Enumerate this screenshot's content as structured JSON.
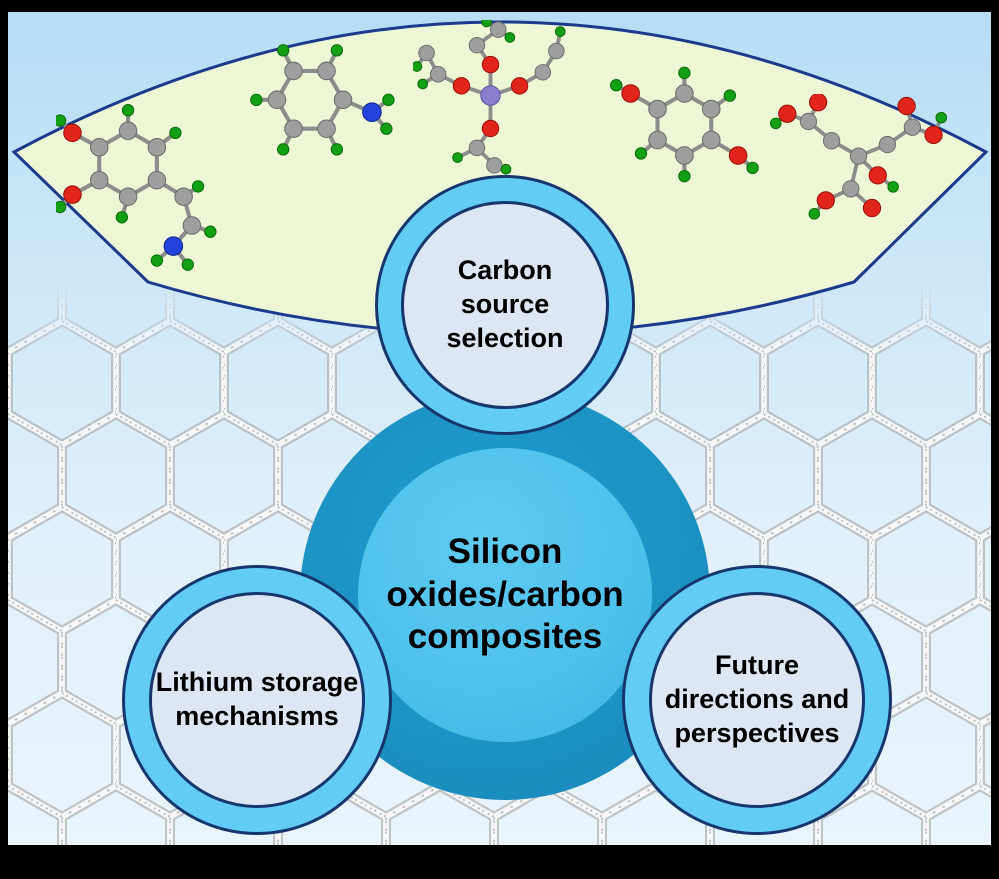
{
  "figure": {
    "type": "diagram",
    "center": {
      "label": "Silicon\noxides/carbon\ncomposites"
    },
    "satellites": [
      {
        "id": "carbon-source-selection",
        "label": "Carbon\nsource\nselection"
      },
      {
        "id": "lithium-storage-mechanisms",
        "label": "Lithium storage\nmechanisms"
      },
      {
        "id": "future-directions-perspectives",
        "label": "Future\ndirections and\nperspectives"
      }
    ],
    "molecules": [
      {
        "icon": "molecule-dopamine-icon"
      },
      {
        "icon": "molecule-aniline-icon"
      },
      {
        "icon": "molecule-silicon-alkoxide-icon"
      },
      {
        "icon": "molecule-resorcinol-icon"
      },
      {
        "icon": "molecule-citric-acid-icon"
      }
    ],
    "palette": {
      "frame": "#000000",
      "background_top": "#b7dcf3",
      "background_bottom": "#e9f4fb",
      "fan_fill": "#edf7d6",
      "fan_border": "#1c3a8c",
      "node_ring_fill": "#63ccf4",
      "node_border": "#16366e",
      "node_inner_fill": "#dde7f3",
      "center_outer_fill": "#1d93c4",
      "center_inner_fill": "#4fc1ec",
      "lattice_stroke": "#ffffff",
      "atom_carbon": "#9e9e9e",
      "atom_hydrogen": "#14a014",
      "atom_oxygen": "#e1251b",
      "atom_nitrogen": "#2244dd",
      "atom_silicon": "#8b7fd0"
    }
  }
}
